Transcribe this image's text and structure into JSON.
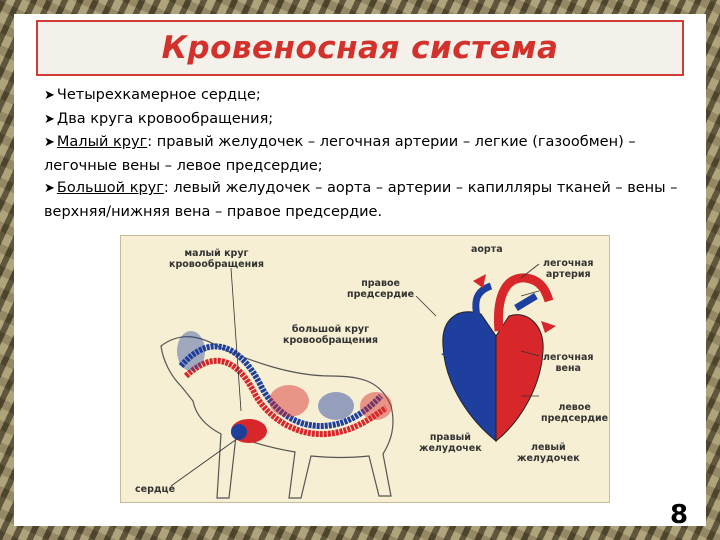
{
  "slide": {
    "title": "Кровеносная система",
    "page_number": "8"
  },
  "bullets": {
    "b1": "Четырехкамерное сердце;",
    "b2": "Два круга кровообращения;",
    "b3_head": "Малый круг",
    "b3_text": ": правый желудочек – легочная артерии – легкие (газообмен) – легочные вены – левое предсердие;",
    "b4_head": "Большой круг",
    "b4_text": ": левый желудочек – аорта – артерии – капилляры тканей – вены – верхняя/нижняя вена – правое предсердие."
  },
  "diagram": {
    "labels": {
      "small_circle_1": "малый круг",
      "small_circle_2": "кровообращения",
      "right_atrium_1": "правое",
      "right_atrium_2": "предсердие",
      "big_circle_1": "большой круг",
      "big_circle_2": "кровообращения",
      "heart": "сердце",
      "aorta": "аорта",
      "pulm_artery_1": "легочная",
      "pulm_artery_2": "артерия",
      "pulm_vein_1": "легочная",
      "pulm_vein_2": "вена",
      "left_atrium_1": "левое",
      "left_atrium_2": "предсердие",
      "right_ventricle_1": "правый",
      "right_ventricle_2": "желудочек",
      "left_ventricle_1": "левый",
      "left_ventricle_2": "желудочек"
    },
    "colors": {
      "arterial": "#d8272b",
      "venous": "#1f3f9e",
      "accent": "#d3322c"
    }
  }
}
